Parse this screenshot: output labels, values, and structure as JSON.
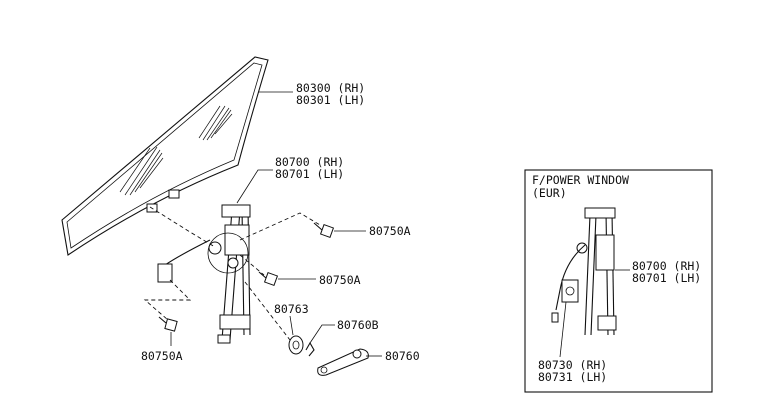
{
  "labels": {
    "glass_rh": "80300 (RH)",
    "glass_lh": "80301 (LH)",
    "regulator_rh": "80700 (RH)",
    "regulator_lh": "80701 (LH)",
    "bolt_upper": "80750A",
    "bolt_middle": "80750A",
    "bolt_lower": "80750A",
    "washer": "80763",
    "clip": "80760B",
    "handle": "80760"
  },
  "inset": {
    "title_line1": "F/POWER WINDOW",
    "title_line2": "(EUR)",
    "regulator_rh": "80700 (RH)",
    "regulator_lh": "80701 (LH)",
    "motor_rh": "80730 (RH)",
    "motor_lh": "80731 (LH)"
  }
}
